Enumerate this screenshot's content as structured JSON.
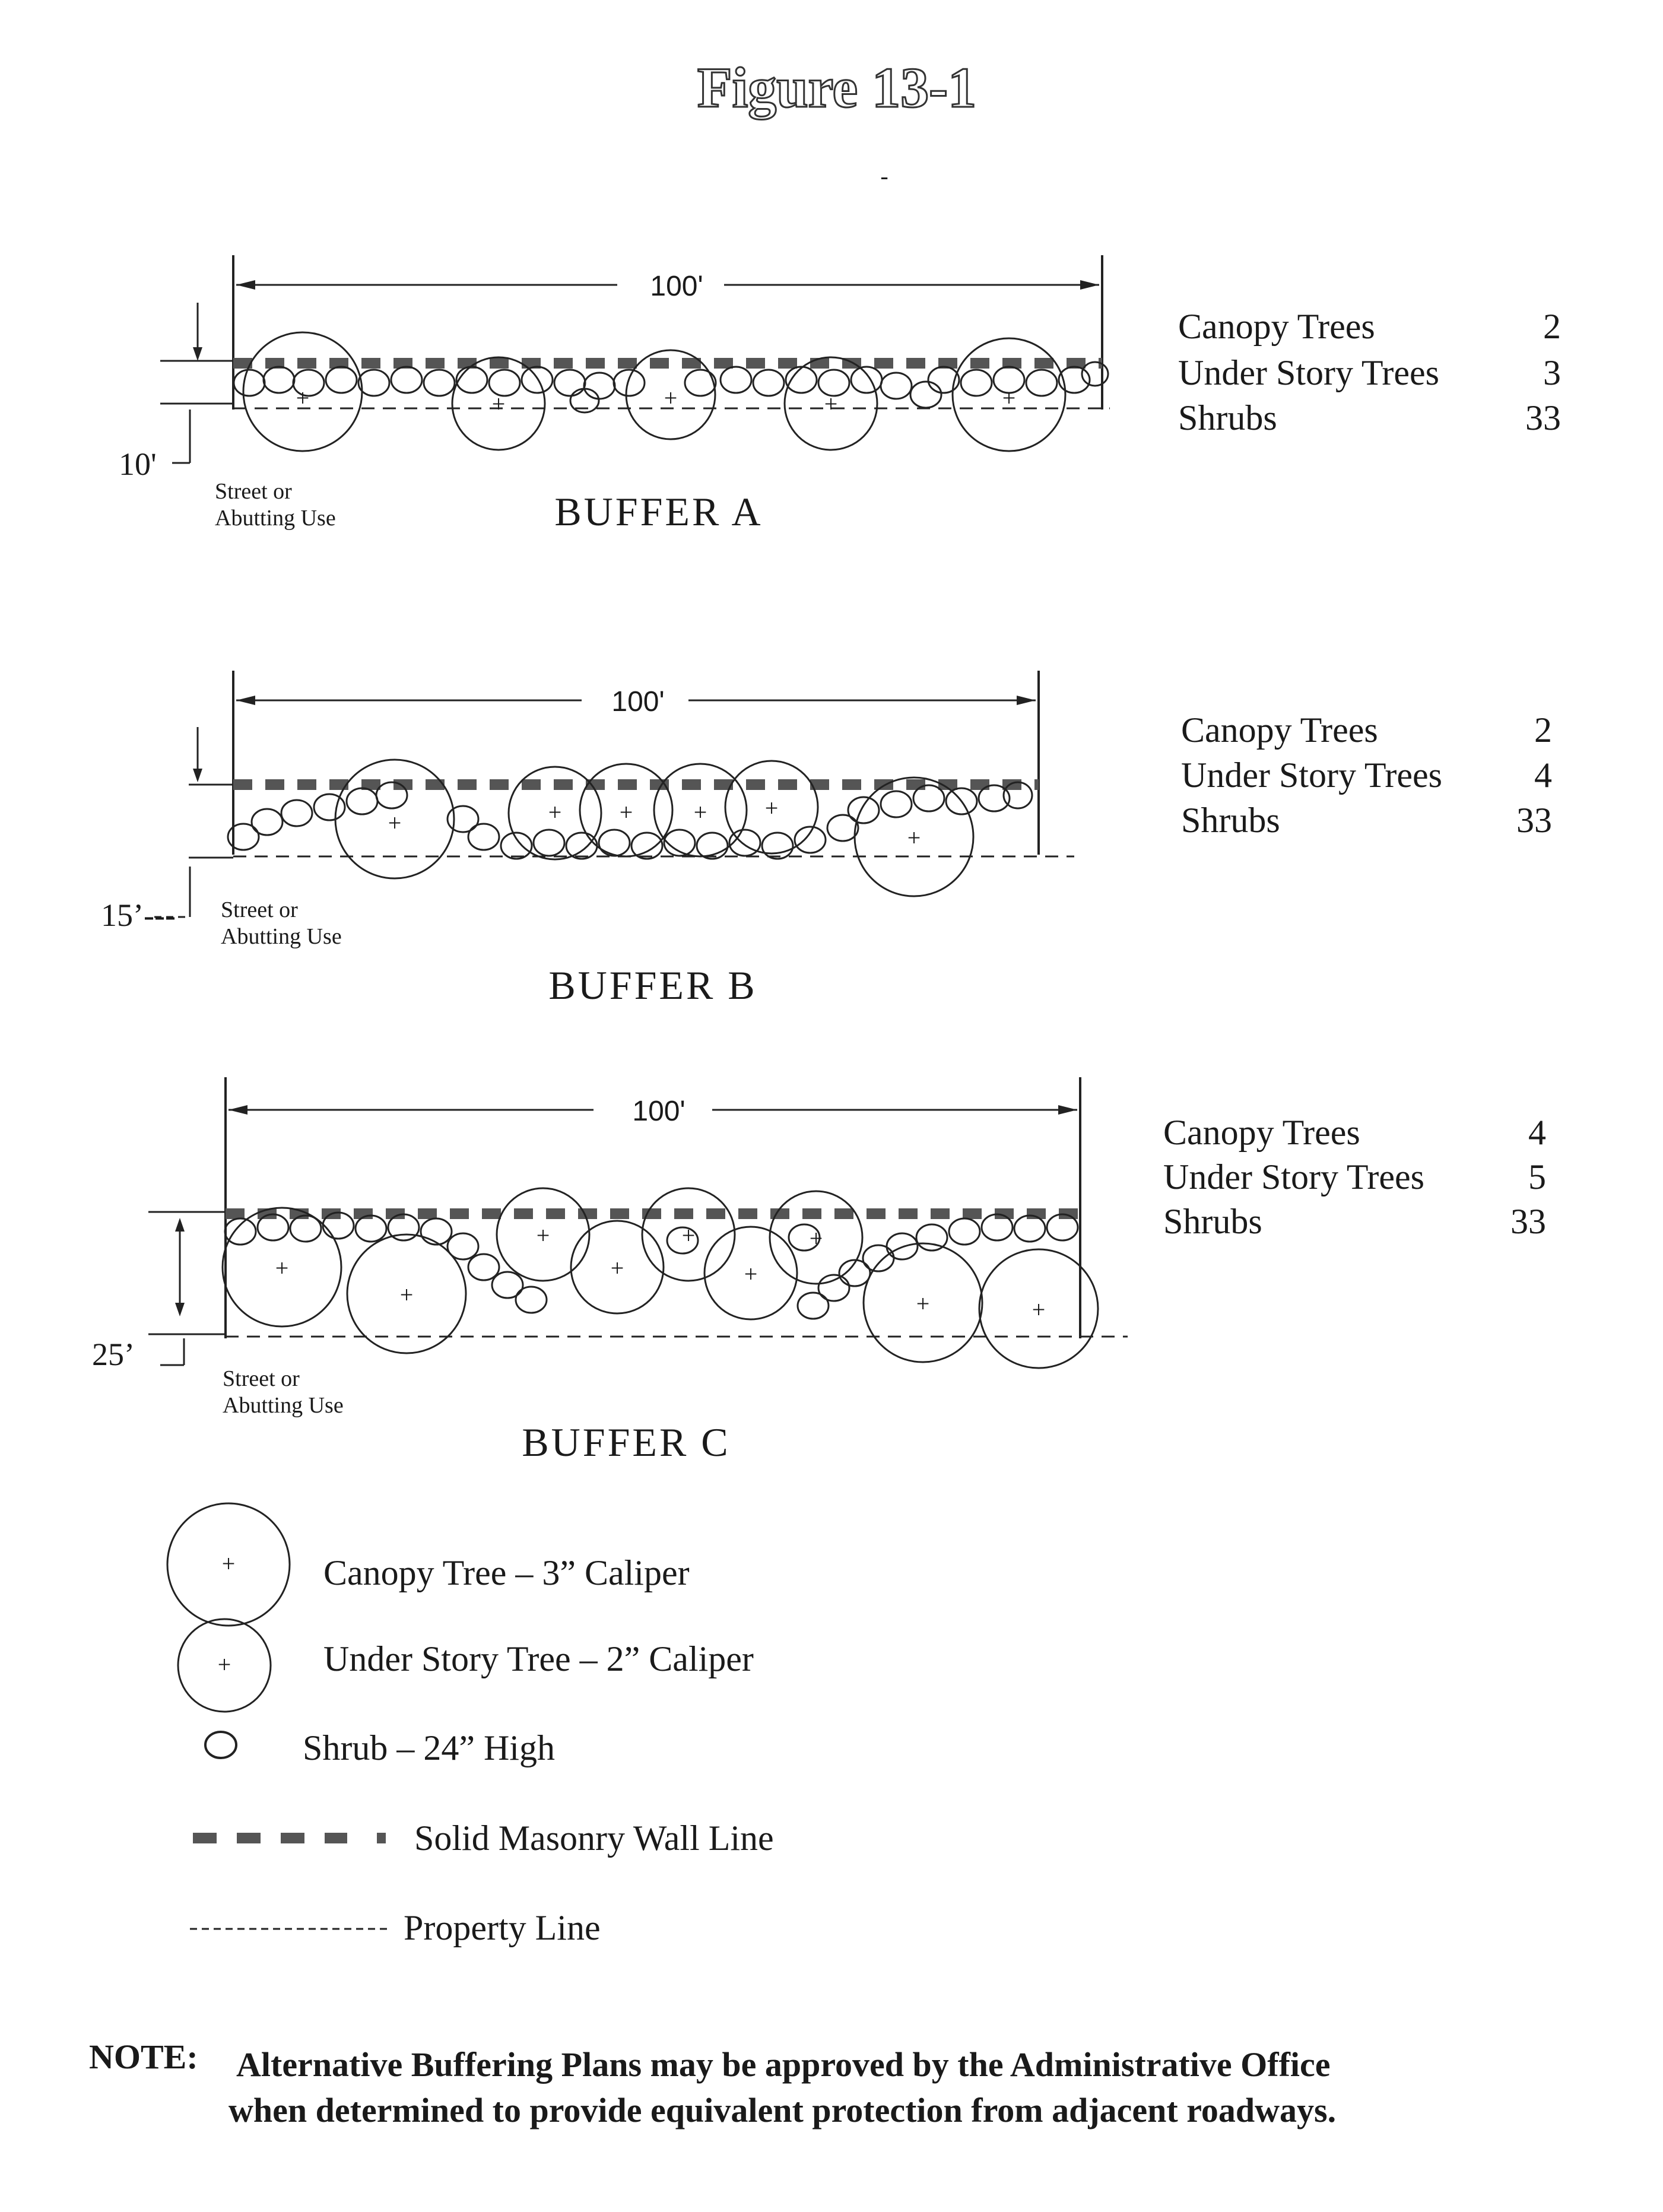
{
  "title": "Figure 13-1",
  "buffers": [
    {
      "name": "BUFFER A",
      "width_label": "100'",
      "depth_label": "10'",
      "street_line1": "Street or",
      "street_line2": "Abutting Use",
      "quantities": [
        {
          "label": "Canopy Trees",
          "count": "2"
        },
        {
          "label": "Under Story Trees",
          "count": "3"
        },
        {
          "label": "Shrubs",
          "count": "33"
        }
      ]
    },
    {
      "name": "BUFFER B",
      "width_label": "100'",
      "depth_label": "15’---",
      "street_line1": "Street or",
      "street_line2": "Abutting Use",
      "quantities": [
        {
          "label": "Canopy Trees",
          "count": "2"
        },
        {
          "label": "Under Story Trees",
          "count": "4"
        },
        {
          "label": "Shrubs",
          "count": "33"
        }
      ]
    },
    {
      "name": "BUFFER C",
      "width_label": "100'",
      "depth_label": "25’",
      "street_line1": "Street or",
      "street_line2": "Abutting Use",
      "quantities": [
        {
          "label": "Canopy Trees",
          "count": "4"
        },
        {
          "label": "Under Story Trees",
          "count": "5"
        },
        {
          "label": "Shrubs",
          "count": "33"
        }
      ]
    }
  ],
  "legend": {
    "canopy_tree": "Canopy Tree – 3” Caliper",
    "understory_tree": "Under Story Tree – 2” Caliper",
    "shrub": "Shrub – 24” High",
    "masonry_wall": "Solid Masonry Wall Line",
    "property_line": "Property Line"
  },
  "note": {
    "label": "NOTE:",
    "line1": "Alternative Buffering Plans may be approved by the Administrative Office",
    "line2": "when determined to provide equivalent protection from adjacent roadways."
  }
}
